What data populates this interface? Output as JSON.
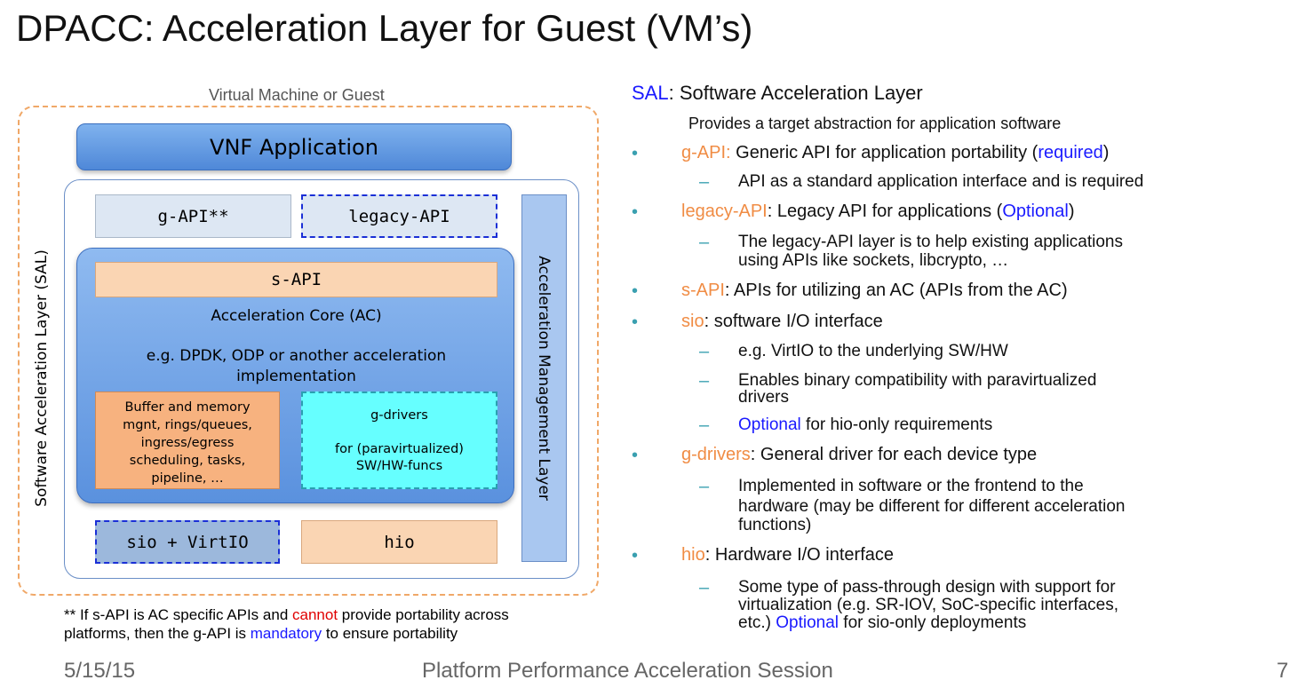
{
  "slide": {
    "title": "DPACC: Acceleration Layer for Guest (VM’s)",
    "footer": {
      "date": "5/15/15",
      "session": "Platform Performance Acceleration Session",
      "page": "7"
    }
  },
  "diagram": {
    "vm_label": "Virtual Machine or Guest",
    "vnf_app": "VNF Application",
    "gapi": "g-API**",
    "legacy_api": "legacy-API",
    "sapi": "s-API",
    "ac_title": "Acceleration Core (AC)",
    "ac_eg_line1": "e.g. DPDK, ODP or another acceleration",
    "ac_eg_line2": "implementation",
    "buffer_lines": [
      "Buffer and memory",
      "mgnt, rings/queues,",
      "ingress/egress",
      "scheduling, tasks,",
      "pipeline, …"
    ],
    "gdrivers_line1": "g-drivers",
    "gdrivers_line2": "for (paravirtualized)",
    "gdrivers_line3": "SW/HW-funcs",
    "sio": "sio + VirtIO",
    "hio": "hio",
    "aml": "Acceleration Management Layer",
    "sal_vertical": "Software Acceleration Layer (SAL)",
    "footnote": {
      "p1": "** If s-API is AC specific APIs and ",
      "cannot": "cannot",
      "p2": " provide portability across",
      "p3": "platforms, then the g-API is ",
      "mandatory": "mandatory",
      "p4": " to ensure portability"
    },
    "colors": {
      "vnf": "#5b93de",
      "sapi": "#fad5b3",
      "buffer": "#f7b27f",
      "gdrivers": "#66ffff",
      "aml": "#a9c7f0"
    }
  },
  "notes": {
    "sal_head": "SAL",
    "sal_rest": ": Software Acceleration Layer",
    "sal_sub": "Provides a target abstraction for application software",
    "bullet_glyph": "•",
    "dash_glyph": "–",
    "gapi_term": "g-API:",
    "gapi_text": " Generic API for application portability (",
    "gapi_req": "required",
    "gapi_close": ")",
    "gapi_sub": "API as a standard application interface and is required",
    "legacy_term": "legacy-API",
    "legacy_text": ": Legacy API for applications (",
    "legacy_opt": "Optional",
    "legacy_close": ")",
    "legacy_sub1": "The legacy-API layer is to help existing applications",
    "legacy_sub2": "using APIs like sockets, libcrypto, …",
    "sapi_term": "s-API",
    "sapi_text": ": APIs for utilizing an AC (APIs from the AC)",
    "sio_term": "sio",
    "sio_text": ": software I/O interface",
    "sio_sub1": "e.g. VirtIO to the underlying SW/HW",
    "sio_sub2a": "Enables binary compatibility with paravirtualized",
    "sio_sub2b": "drivers",
    "sio_sub3_opt": "Optional",
    "sio_sub3_text": " for hio-only requirements",
    "gdrv_term": "g-drivers",
    "gdrv_text": ": General driver for each device type",
    "gdrv_sub1": "Implemented in software or the frontend to the",
    "gdrv_sub2": "hardware (may be different for different acceleration",
    "gdrv_sub3": "functions)",
    "hio_term": "hio",
    "hio_text": ": Hardware I/O interface",
    "hio_sub1": "Some type of pass-through design with support for",
    "hio_sub2": "virtualization (e.g. SR-IOV, SoC-specific interfaces,",
    "hio_sub3a": "etc.) ",
    "hio_sub3_opt": "Optional",
    "hio_sub3b": " for sio-only deployments"
  }
}
